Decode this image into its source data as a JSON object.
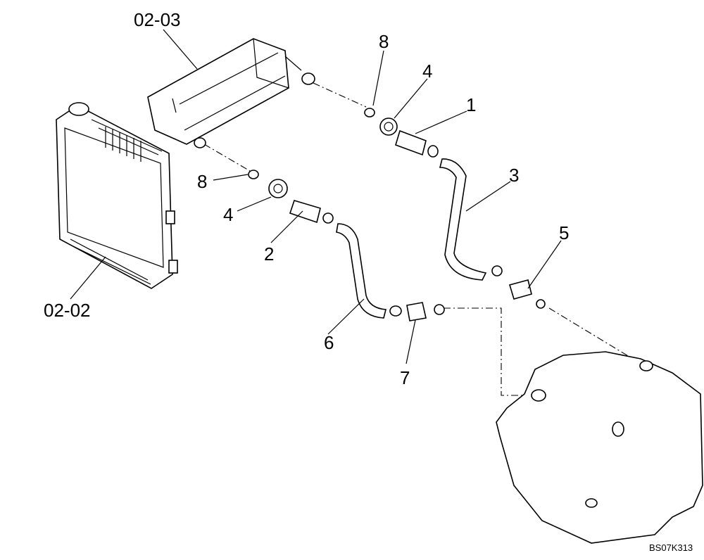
{
  "labels": {
    "intercooler": "02-03",
    "radiator": "02-02",
    "item_8_upper": "8",
    "item_4_upper": "4",
    "item_1": "1",
    "item_3": "3",
    "item_5": "5",
    "item_8_lower": "8",
    "item_4_lower": "4",
    "item_2": "2",
    "item_6": "6",
    "item_7": "7"
  },
  "drawing_code": "BS07K313"
}
